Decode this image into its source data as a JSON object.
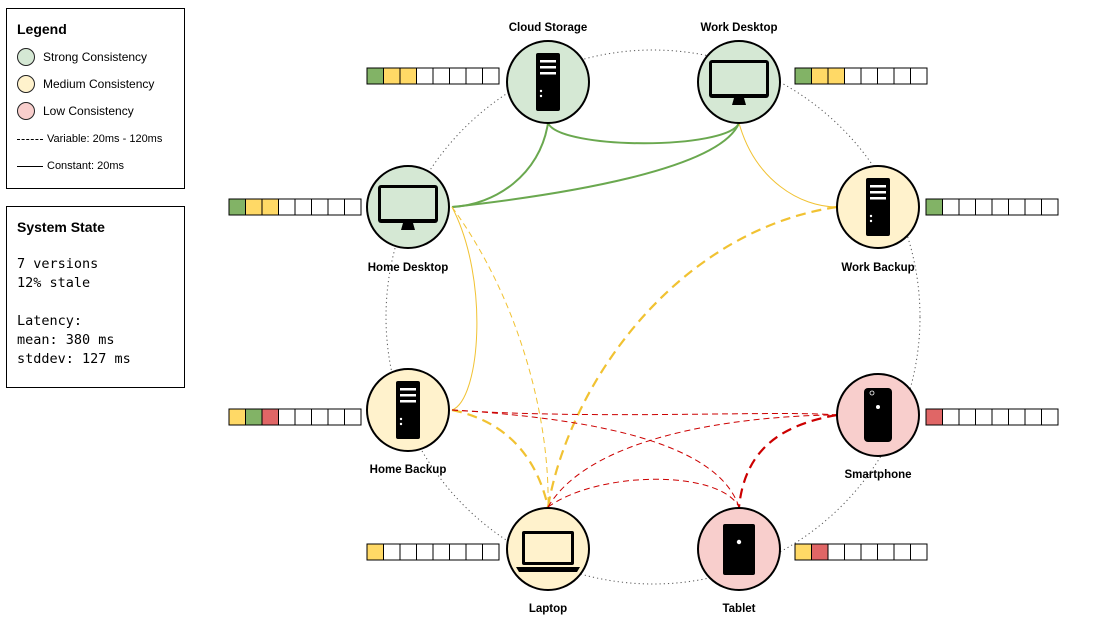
{
  "legend": {
    "title": "Legend",
    "items": [
      {
        "kind": "circle",
        "label": "Strong Consistency",
        "color": "#d5e8d4"
      },
      {
        "kind": "circle",
        "label": "Medium Consistency",
        "color": "#fff2cc"
      },
      {
        "kind": "circle",
        "label": "Low Consistency",
        "color": "#f8cecc"
      },
      {
        "kind": "dashed-line",
        "label": "Variable: 20ms - 120ms"
      },
      {
        "kind": "solid-line",
        "label": "Constant: 20ms"
      }
    ]
  },
  "system_state": {
    "title": "System State",
    "versions": "7 versions",
    "stale": "12% stale",
    "latency_title": "Latency:",
    "mean": "mean: 380 ms",
    "stddev": "stddev: 127 ms"
  },
  "colors": {
    "strong_fill": "#d5e8d4",
    "medium_fill": "#fff2cc",
    "low_fill": "#f8cecc",
    "strong_link": "#6aa84f",
    "medium_link": "#f1c232",
    "low_link": "#cc0000",
    "version_green": "#82b366",
    "version_yellow": "#ffd966",
    "version_red": "#e06666"
  },
  "nodes": [
    {
      "id": "cloud",
      "label": "Cloud Storage",
      "device": "tower",
      "consistency": "strong",
      "versions": [
        "green",
        "yellow",
        "yellow",
        "empty",
        "empty",
        "empty",
        "empty",
        "empty"
      ]
    },
    {
      "id": "workdesk",
      "label": "Work Desktop",
      "device": "monitor",
      "consistency": "strong",
      "versions": [
        "green",
        "yellow",
        "yellow",
        "empty",
        "empty",
        "empty",
        "empty",
        "empty"
      ]
    },
    {
      "id": "homedesk",
      "label": "Home Desktop",
      "device": "monitor",
      "consistency": "strong",
      "versions": [
        "green",
        "yellow",
        "yellow",
        "empty",
        "empty",
        "empty",
        "empty",
        "empty"
      ]
    },
    {
      "id": "workbackup",
      "label": "Work Backup",
      "device": "tower",
      "consistency": "medium",
      "versions": [
        "green",
        "empty",
        "empty",
        "empty",
        "empty",
        "empty",
        "empty",
        "empty"
      ]
    },
    {
      "id": "homebackup",
      "label": "Home Backup",
      "device": "tower",
      "consistency": "medium",
      "versions": [
        "yellow",
        "green",
        "red",
        "empty",
        "empty",
        "empty",
        "empty",
        "empty"
      ]
    },
    {
      "id": "smartphone",
      "label": "Smartphone",
      "device": "phone",
      "consistency": "low",
      "versions": [
        "red",
        "empty",
        "empty",
        "empty",
        "empty",
        "empty",
        "empty",
        "empty"
      ]
    },
    {
      "id": "laptop",
      "label": "Laptop",
      "device": "laptop",
      "consistency": "medium",
      "versions": [
        "yellow",
        "empty",
        "empty",
        "empty",
        "empty",
        "empty",
        "empty",
        "empty"
      ]
    },
    {
      "id": "tablet",
      "label": "Tablet",
      "device": "tablet",
      "consistency": "low",
      "versions": [
        "yellow",
        "red",
        "empty",
        "empty",
        "empty",
        "empty",
        "empty",
        "empty"
      ]
    }
  ],
  "links": [
    {
      "from": "cloud",
      "to": "workdesk",
      "style": "solid",
      "strength": "strong"
    },
    {
      "from": "cloud",
      "to": "homedesk",
      "style": "solid",
      "strength": "strong"
    },
    {
      "from": "workdesk",
      "to": "homedesk",
      "style": "solid",
      "strength": "strong"
    },
    {
      "from": "workdesk",
      "to": "workbackup",
      "style": "solid",
      "strength": "medium"
    },
    {
      "from": "homedesk",
      "to": "homebackup",
      "style": "solid",
      "strength": "medium"
    },
    {
      "from": "homedesk",
      "to": "laptop",
      "style": "dashed",
      "strength": "medium"
    },
    {
      "from": "workbackup",
      "to": "laptop",
      "style": "dashed-bold",
      "strength": "medium"
    },
    {
      "from": "homebackup",
      "to": "laptop",
      "style": "dashed-bold",
      "strength": "medium"
    },
    {
      "from": "homebackup",
      "to": "smartphone",
      "style": "dashed",
      "strength": "low"
    },
    {
      "from": "homebackup",
      "to": "tablet",
      "style": "dashed",
      "strength": "low"
    },
    {
      "from": "laptop",
      "to": "smartphone",
      "style": "dashed",
      "strength": "low"
    },
    {
      "from": "laptop",
      "to": "tablet",
      "style": "dashed",
      "strength": "low"
    },
    {
      "from": "smartphone",
      "to": "tablet",
      "style": "dashed-bold",
      "strength": "low"
    }
  ]
}
